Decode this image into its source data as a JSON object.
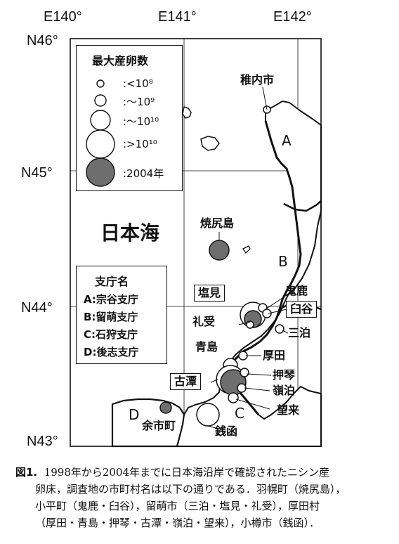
{
  "axes": {
    "longitudes": [
      "E140°",
      "E141°",
      "E142°"
    ],
    "latitudes": [
      "N46°",
      "N45°",
      "N44°",
      "N43°"
    ]
  },
  "sea_label": "日本海",
  "size_legend": {
    "title": "最大産卵数",
    "items": [
      {
        "label": ":<10⁸"
      },
      {
        "label": ":～10⁹"
      },
      {
        "label": ":～10¹⁰"
      },
      {
        "label": ":>10¹⁰"
      },
      {
        "label": ":2004年"
      }
    ]
  },
  "prefecture_legend": {
    "title": "支庁名",
    "items": [
      "A:宗谷支庁",
      "B:留萌支庁",
      "C:石狩支庁",
      "D:後志支庁"
    ]
  },
  "region_letters": [
    "A",
    "B",
    "C",
    "D"
  ],
  "places": {
    "wakkanai": "稚内市",
    "yagishiri": "焼尻島",
    "shiomi": "塩見",
    "onishika": "鬼鹿",
    "usuya": "臼谷",
    "reuke": "礼受",
    "sanpomari": "三泊",
    "aoshima": "青島",
    "atsuta": "厚田",
    "ohtaru": "押琴",
    "furutan": "古潭",
    "reitomari": "嶺泊",
    "bourai": "望来",
    "yoichi": "余市町",
    "zenibako": "銭函"
  },
  "colors": {
    "ink": "#111111",
    "fill_2004": "#6e6e6e"
  },
  "caption": {
    "fig_label": "図1.",
    "line1": "1998年から2004年までに日本海沿岸で確認されたニシン産",
    "line2": "卵床，調査地の市町村名は以下の通りである．羽幌町（焼尻島），",
    "line3": "小平町（鬼鹿・臼谷），留萌市（三泊・塩見・礼受），厚田村",
    "line4": "（厚田・青島・押琴・古潭・嶺泊・望来），小樽市（銭函）．"
  }
}
